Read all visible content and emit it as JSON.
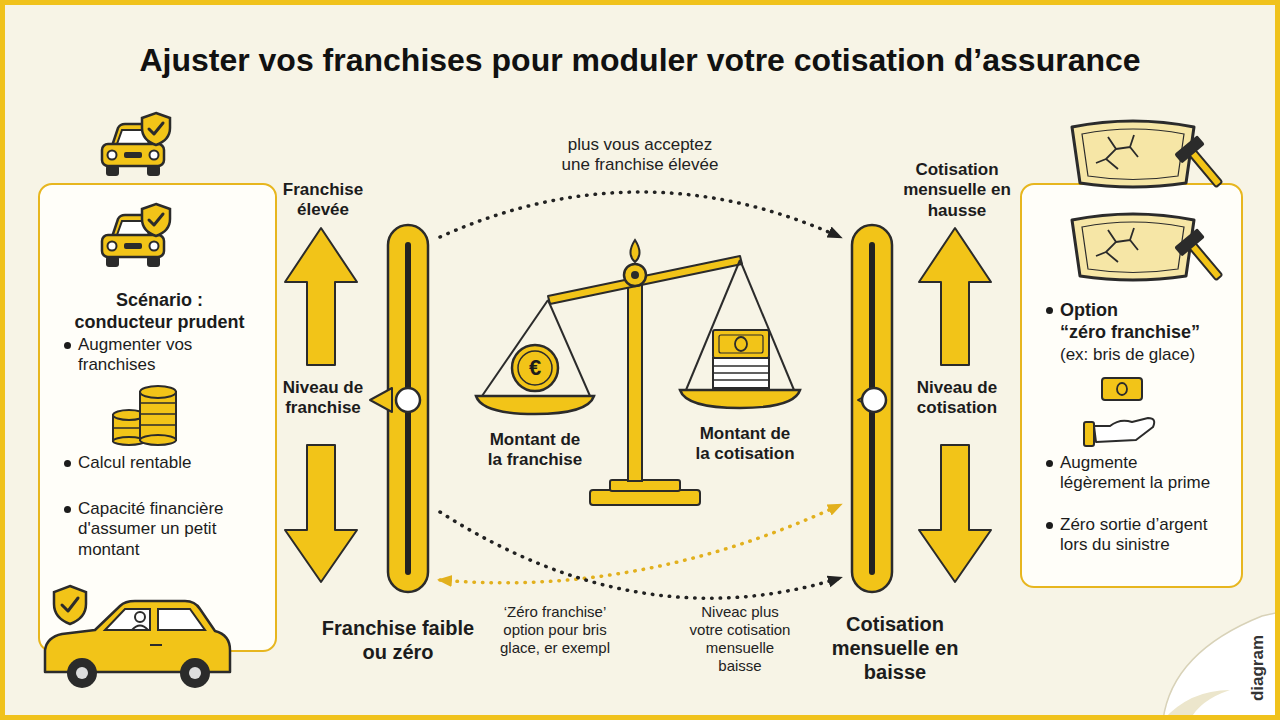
{
  "diagram": {
    "title": "Ajuster vos franchises pour moduler votre cotisation d’assurance",
    "nodes": [
      {
        "text": [
          "Scénario : conducteur prudent",
          "Augmenter vos franchises",
          "Calcul rentable",
          "Capacité financière d'assumer un petit montant"
        ]
      },
      {
        "text": [
          "Franchise élevée",
          "Niveau de franchise",
          "Franchise faible ou zéro"
        ]
      },
      {
        "text": [
          "Cotisation mensuelle en hausse",
          "Niveau de cotisation",
          "Cotisation mensuelle en baisse"
        ]
      },
      {
        "text": [
          "Option",
          "“zéro franchise”",
          "(ex: bris de glace)",
          "Augmente légèrement la prime",
          "Zéro sortie d’argent lors du sinistre"
        ]
      }
    ],
    "edges": [
      {
        "from": 1,
        "to": 2,
        "arrow": "to",
        "label": "plus vous acceptez une franchise élevée"
      },
      {
        "from": 1,
        "to": 2,
        "arrow": "both",
        "label": "‘Zéro franchise’ option pour bris glace, er exempl"
      },
      {
        "from": 1,
        "to": 2,
        "arrow": "to",
        "label": "Niveac plus votre cotisation mensuelle baisse"
      }
    ],
    "labels": [
      "Montant de la franchise",
      "Montant de la cotisation",
      "€",
      "diagram"
    ]
  }
}
